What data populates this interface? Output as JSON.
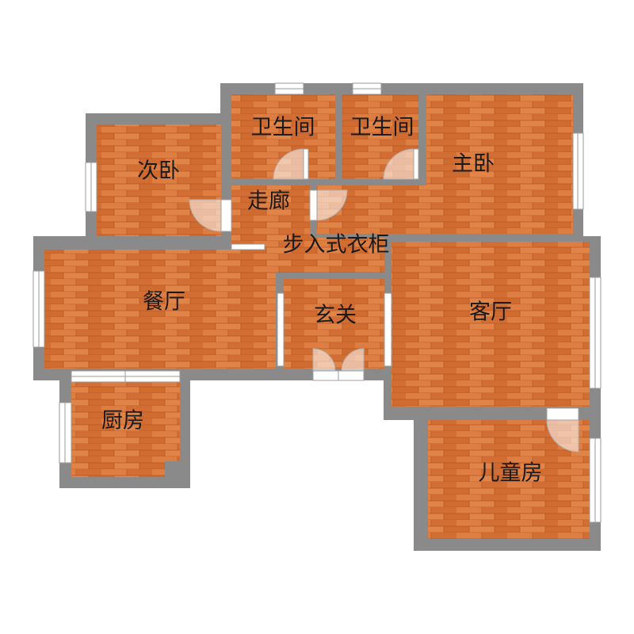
{
  "rooms": {
    "bathroom_left": "卫生间",
    "bathroom_right": "卫生间",
    "second_bedroom": "次卧",
    "master_bedroom": "主卧",
    "corridor": "走廊",
    "walk_in_closet": "步入式衣柜",
    "dining_room": "餐厅",
    "foyer": "玄关",
    "living_room": "客厅",
    "kitchen": "厨房",
    "kids_room": "儿童房"
  },
  "colors": {
    "wall": "#8a8a8a",
    "floor": "#d9753a",
    "floor_dark": "#c2602a",
    "window": "#ffffff"
  }
}
